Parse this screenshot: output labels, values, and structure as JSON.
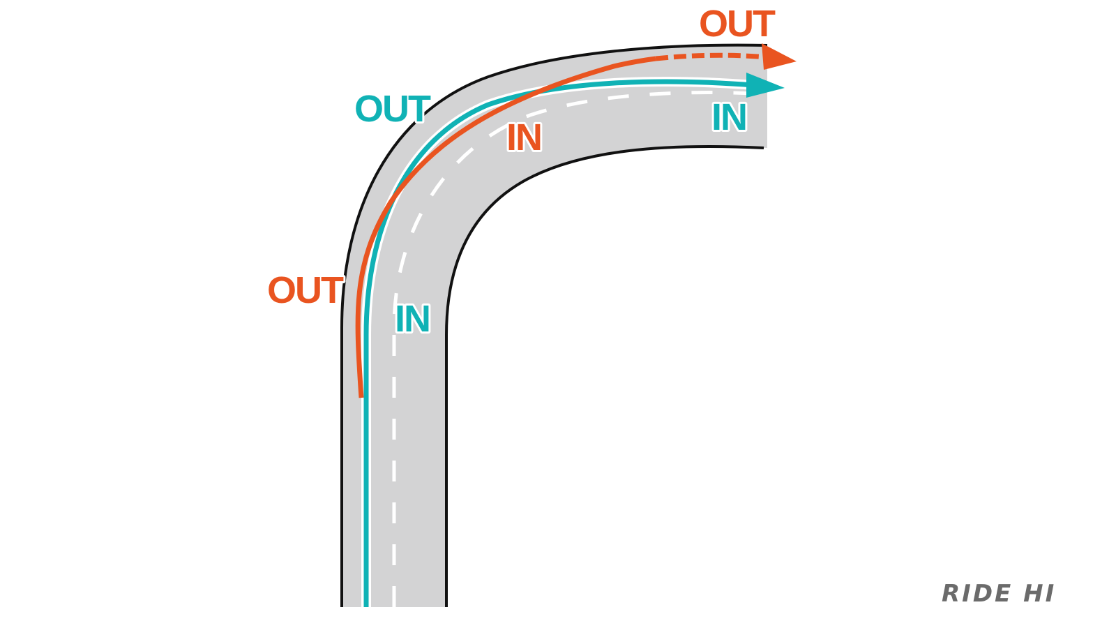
{
  "colors": {
    "road": "#d3d3d4",
    "edge": "#111111",
    "orange": "#e95420",
    "teal": "#10b2b5",
    "logo": "#6b6b6b"
  },
  "labels": {
    "orange_out_left": "OUT",
    "orange_out_top": "OUT",
    "orange_in": "IN",
    "teal_out": "OUT",
    "teal_in_left": "IN",
    "teal_in_right": "IN"
  },
  "logo": "RIDE HI"
}
